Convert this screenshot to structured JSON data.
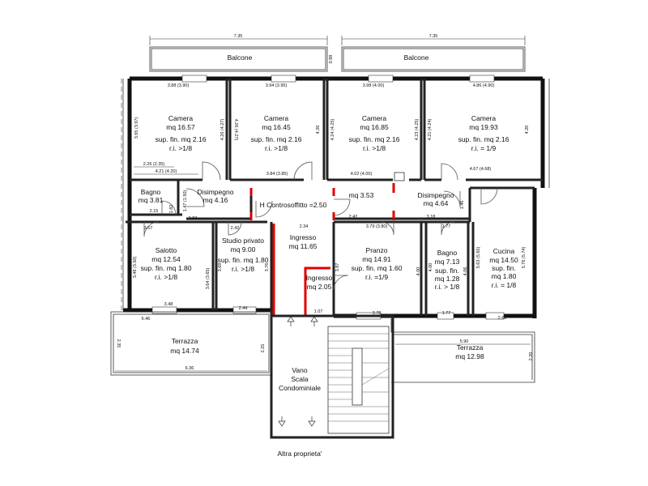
{
  "balconies": [
    {
      "label": "Balcone",
      "width": "7.35"
    },
    {
      "label": "Balcone",
      "width": "7.35"
    }
  ],
  "balcony_gap": "0.88",
  "rooms": {
    "camera1": [
      "Camera",
      "mq 16.57",
      "sup. fin. mq 2.16",
      "r.i. >1/8"
    ],
    "camera2": [
      "Camera",
      "mq 16.45",
      "sup. fin. mq 2.16",
      "r.i. >1/8"
    ],
    "camera3": [
      "Camera",
      "mq 16.85",
      "sup. fin. mq 2.16",
      "r.i. >1/8"
    ],
    "camera4": [
      "Camera",
      "mq 19.93",
      "sup. fin. mq 2.16",
      "r.i. = 1/9"
    ],
    "bagno1": [
      "Bagno",
      "mq 3.81"
    ],
    "disimpegno1": [
      "Disimpegno",
      "mq 4.16"
    ],
    "controsoffitto": "H Controsoffitto =2.50",
    "corridor": "mq 3.53",
    "disimpegno2": [
      "Disimpegno",
      "mq 4.64"
    ],
    "salotto": [
      "Salotto",
      "mq 12.54",
      "sup. fin. mq 1.80",
      "r.i. >1/8"
    ],
    "studio": [
      "Studio privato",
      "mq 9.00",
      "sup. fin. mq 1.80",
      "r.i. >1/8"
    ],
    "ingresso1": [
      "Ingresso",
      "mq 11.65"
    ],
    "ingresso2": [
      "Ingresso",
      "mq 2.05"
    ],
    "pranzo": [
      "Pranzo",
      "mq 14.91",
      "sup. fin. mq 1.60",
      "r.i. =1/9"
    ],
    "bagno2": [
      "Bagno",
      "mq 7.13",
      "sup. fin.",
      "mq 1.28",
      "r.i. > 1/8"
    ],
    "cucina": [
      "Cucina",
      "mq 14.50",
      "sup. fin.",
      "mq 1.80",
      "r.i. = 1/8"
    ],
    "terrazza1": [
      "Terrazza",
      "mq 14.74"
    ],
    "terrazza2": [
      "Terrazza",
      "mq 12.98"
    ],
    "vano": [
      "Vano",
      "Scala",
      "Condominiale"
    ]
  },
  "altra": "Altra proprieta'",
  "dims_h": {
    "d388": "3.88 (3.90)",
    "d394": "3.94 (3.95)",
    "d398": "3.98 (4.00)",
    "d486": "4.86 (4.90)",
    "d226": "2.26 (2.35)",
    "d421": "4.21 (4.20)",
    "d384": "3.84 (3.85)",
    "d402": "4.02 (4.00)",
    "d467": "4.67 (4.68)",
    "d215": "2.15",
    "d357": "3.57",
    "d283": "2.83",
    "d242a": "2.42",
    "d234": "2.34",
    "d242b": "2.42",
    "d318": "3.18",
    "d379": "3.79 (3.80)",
    "d177a": "1.77",
    "d348": "3.48",
    "d244": "2.44",
    "d107": "1.07",
    "d378": "3.78",
    "d177b": "1.77",
    "d260": "2.60",
    "d646": "6.46",
    "d636": "6.36",
    "d590": "5.90"
  },
  "dims_v": {
    "v395": "3.95 (3.97)",
    "v426": "4.26 (4.27)",
    "v426b": "4.26",
    "v424": "4.24 (4.25)",
    "v423": "4.23 (4.25)",
    "v421": "4.21 (4.24)",
    "v420": "4.20",
    "v147": "1.47 (1.50)",
    "v348": "3.48 (3.50)",
    "v364": "3.64 (3.65)",
    "v369": "3.69",
    "v376": "3.76",
    "v387": "3.87",
    "v400a": "4.00",
    "v400b": "4.00",
    "v406": "4.06",
    "v563": "5.63 (5.65)",
    "v576": "5.76 (5.74)",
    "v235": "2.35",
    "v225": "2.25",
    "v220": "2.20",
    "v146": "1.46",
    "v182": "1.82"
  }
}
